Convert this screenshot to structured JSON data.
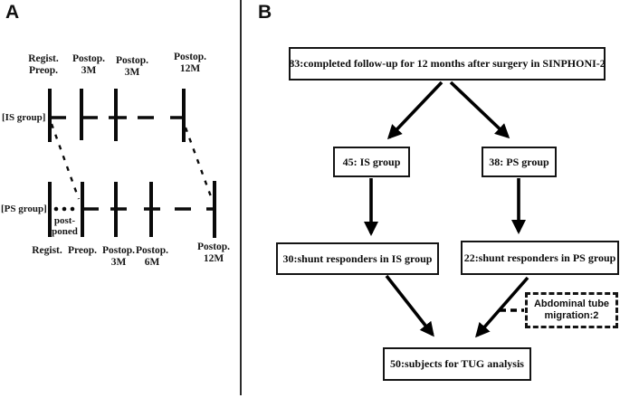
{
  "panels": {
    "a_label": "A",
    "b_label": "B"
  },
  "panelA": {
    "is_group_label": "[IS group]",
    "ps_group_label": "[PS group]",
    "is_top_labels": [
      {
        "l1": "Regist.",
        "l2": "Preop."
      },
      {
        "l1": "Postop.",
        "l2": "3M"
      },
      {
        "l1": "Postop.",
        "l2": "3M"
      },
      {
        "l1": "Postop.",
        "l2": "12M"
      }
    ],
    "postponed": {
      "l1": "post-",
      "l2": "poned"
    },
    "ps_bottom_labels": [
      {
        "l1": "Regist.",
        "l2": ""
      },
      {
        "l1": "Preop.",
        "l2": ""
      },
      {
        "l1": "Postop.",
        "l2": "3M"
      },
      {
        "l1": "Postop.",
        "l2": "6M"
      },
      {
        "l1": "Postop.",
        "l2": "12M"
      }
    ]
  },
  "panelB": {
    "top_box": "83:completed follow-up for 12 months after surgery in SINPHONI-2",
    "is_box": "45: IS group",
    "ps_box": "38: PS group",
    "is_responders_box": "30:shunt responders in IS group",
    "ps_responders_box": "22:shunt responders in PS group",
    "tug_box": "50:subjects for TUG analysis",
    "migration_box": {
      "l1": "Abdominal tube",
      "l2": "migration:2"
    }
  },
  "colors": {
    "ink": "#111111",
    "line": "#000000",
    "background": "#ffffff"
  }
}
